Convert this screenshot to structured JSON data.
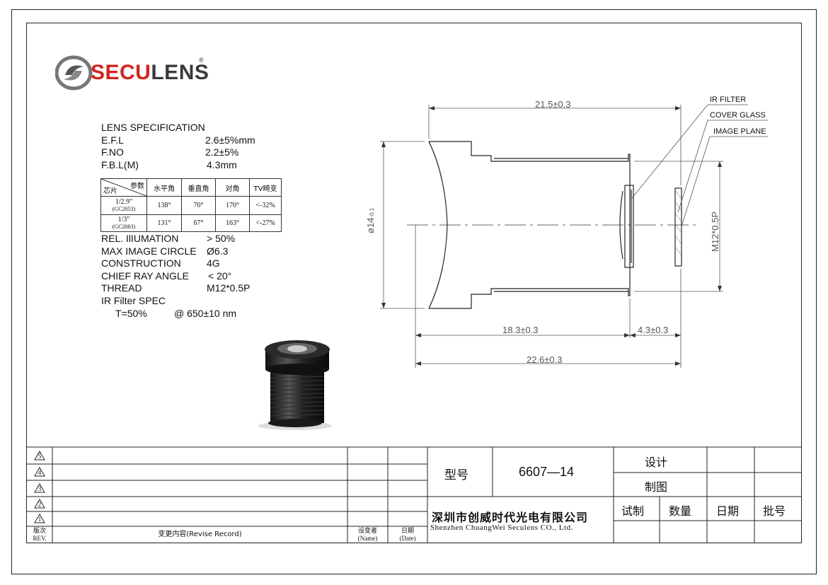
{
  "logo": {
    "brand_red": "SECU",
    "brand_dark": "LENS",
    "registered": "®"
  },
  "spec": {
    "title": "LENS SPECIFICATION",
    "rows_top": [
      {
        "label": "E.F.L",
        "value": "2.6±5%mm"
      },
      {
        "label": "F.NO",
        "value": "2.2±5%"
      },
      {
        "label": "F.B.L(M)",
        "value": "4.3mm"
      }
    ],
    "fov_table": {
      "corner_top": "参数",
      "corner_bottom": "芯片",
      "headers": [
        "水平角",
        "垂直角",
        "对角",
        "TV畸变"
      ],
      "rows": [
        {
          "sensor": "1/2.9\"",
          "chip": "(GC2053)",
          "values": [
            "138°",
            "70°",
            "170°",
            "<-32%"
          ]
        },
        {
          "sensor": "1/3\"",
          "chip": "(GC2083)",
          "values": [
            "131°",
            "67°",
            "163°",
            "<-27%"
          ]
        }
      ]
    },
    "rows_bottom": [
      {
        "label": "REL. IlIUMATION",
        "value": "> 50%"
      },
      {
        "label": "MAX IMAGE CIRCLE",
        "value": "Ø6.3"
      },
      {
        "label": "CONSTRUCTION",
        "value": "4G"
      },
      {
        "label": "CHIEF  RAY ANGLE",
        "value": "< 20°"
      },
      {
        "label": "THREAD",
        "value": "M12*0.5P"
      }
    ],
    "ir_title": "IR Filter SPEC",
    "ir_t": "T=50%",
    "ir_wave": "@ 650±10 nm"
  },
  "drawing": {
    "dim_top": "21.5±0.3",
    "dim_mid_left": "18.3±0.3",
    "dim_mid_right": "4.3±0.3",
    "dim_bottom": "22.6±0.3",
    "dim_diameter": "ø14",
    "dim_diameter_tol": "-0.1",
    "dim_thread": "M12*0.5P",
    "callouts": [
      "IR FILTER",
      "COVER GLASS",
      "IMAGE PLANE"
    ]
  },
  "title_block": {
    "rev_marks": [
      "5",
      "4",
      "3",
      "2",
      "1"
    ],
    "rev_header": {
      "rev_cn": "版次",
      "rev_en": "REV.",
      "record": "变更内容(Revise Record)",
      "designer_cn": "设变者",
      "designer_en": "(Name)",
      "date_cn": "日期",
      "date_en": "(Date)"
    },
    "model_label": "型号",
    "model_value": "6607—14",
    "design": "设计",
    "drawn": "制图",
    "company_cn": "深圳市创威时代光电有限公司",
    "company_en": "Shenzhen ChuangWei Seculens CO., Ltd.",
    "trial": "试制",
    "qty": "数量",
    "date": "日期",
    "batch": "批号"
  }
}
